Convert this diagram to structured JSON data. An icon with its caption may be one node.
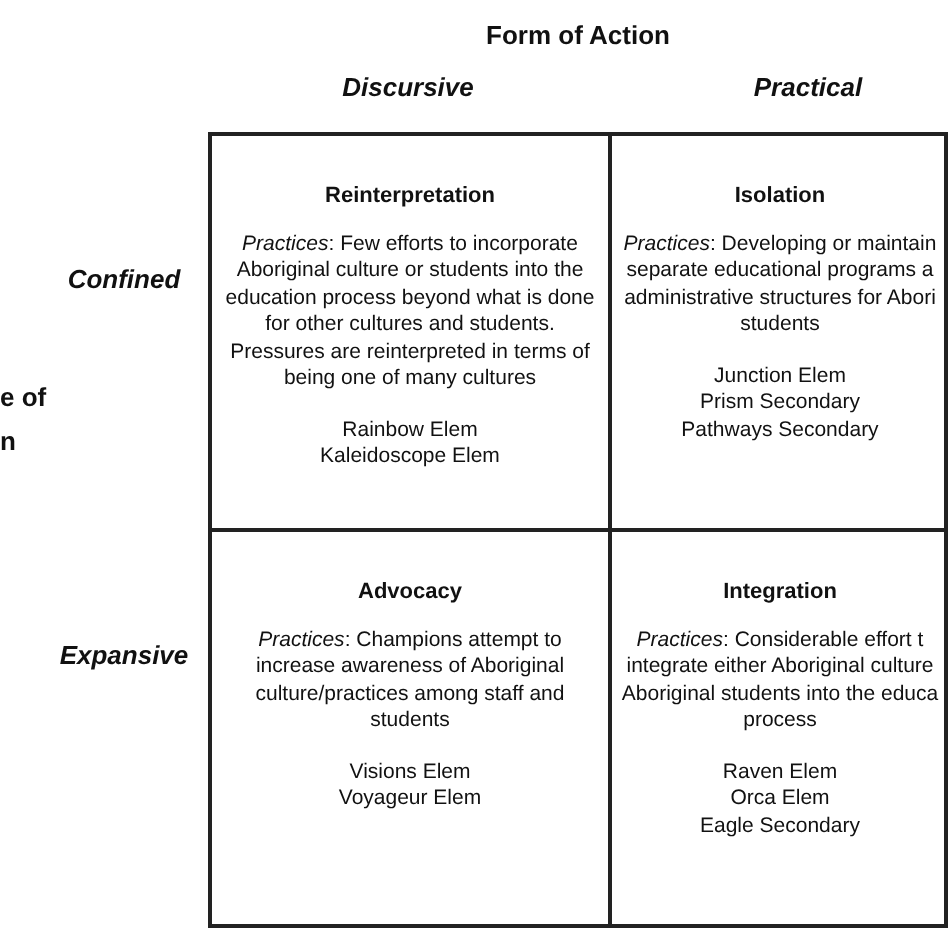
{
  "diagram": {
    "nodes": [
      {
        "text": [
          "Reinterpretation",
          "*Practices*: Few efforts to incorporate Aboriginal culture or students into the education process beyond what is done for other cultures and students. Pressures are reinterpreted in terms of being one of many cultures",
          "Rainbow Elem",
          "Kaleidoscope Elem"
        ]
      },
      {
        "text": [
          "Isolation",
          "*Practices*: Developing or maintain separate educational programs a administrative structures for Abori students",
          "Junction Elem",
          "Prism Secondary",
          "Pathways Secondary"
        ]
      },
      {
        "text": [
          "Advocacy",
          "*Practices*: Champions attempt to increase awareness of Aboriginal culture/practices among staff and students",
          "Visions Elem",
          "Voyageur Elem"
        ]
      },
      {
        "text": [
          "Integration",
          "*Practices*: Considerable effort t integrate either Aboriginal culture Aboriginal students into the educa process",
          "Raven Elem",
          "Orca Elem",
          "Eagle Secondary"
        ]
      }
    ],
    "labels": [
      "Form of Action",
      "Discursive",
      "Practical",
      "Confined",
      "e of n",
      "Expansive"
    ]
  }
}
